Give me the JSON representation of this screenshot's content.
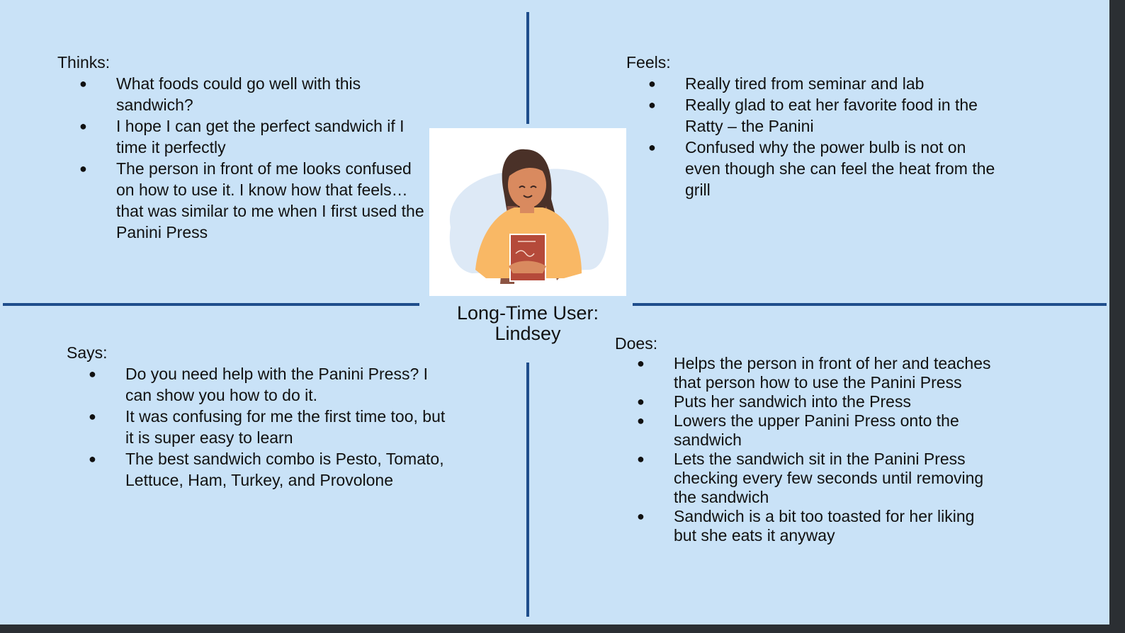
{
  "title": {
    "line1": "Long-Time User:",
    "line2": "Lindsey"
  },
  "colors": {
    "background": "#c9e2f7",
    "divider": "#1f4e8c"
  },
  "persona_image": {
    "description_icon": "student-girl-holding-book-illustration"
  },
  "thinks": {
    "label": "Thinks:",
    "items": [
      "What foods could go well with this sandwich?",
      "I hope I can get the perfect sandwich if I time it perfectly",
      "The person in front of me looks confused on how to use it. I know how that feels… that was similar to me when I first used the Panini Press"
    ]
  },
  "feels": {
    "label": "Feels:",
    "items": [
      "Really tired from seminar and lab",
      "Really glad to eat her favorite food in the Ratty – the Panini",
      "Confused why the power bulb is not on even though she can feel the heat from the grill"
    ]
  },
  "says": {
    "label": "Says:",
    "items": [
      "Do you need help with the Panini Press? I can show you how to do it.",
      "It was confusing for me the first time too, but it is super easy to learn",
      "The best sandwich combo is Pesto, Tomato, Lettuce, Ham, Turkey, and Provolone"
    ]
  },
  "does": {
    "label": "Does:",
    "items": [
      "Helps the person in front of her and teaches that person how to use the Panini Press",
      "Puts her sandwich into the Press",
      "Lowers the upper Panini Press onto the sandwich",
      "Lets the sandwich sit in the Panini Press checking every few seconds until removing the sandwich",
      "Sandwich is a bit too toasted for her liking but she eats it anyway"
    ]
  }
}
